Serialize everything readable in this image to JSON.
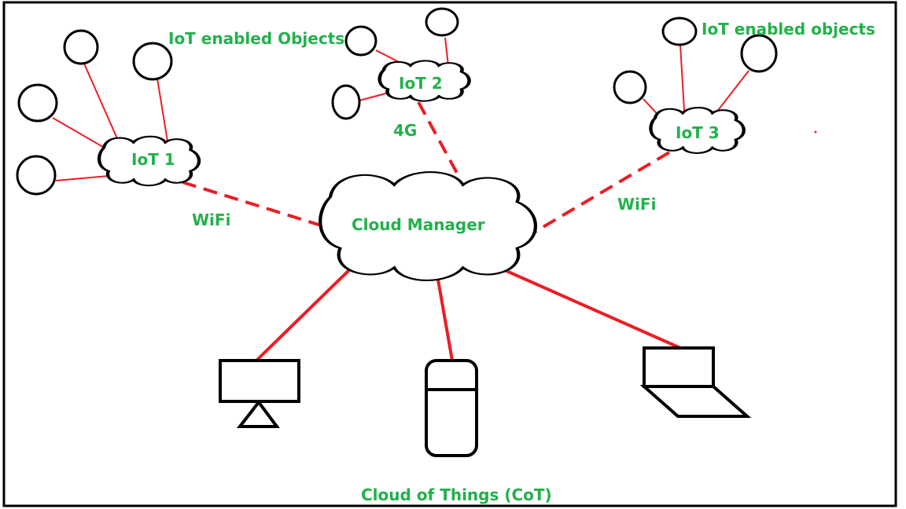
{
  "colors": {
    "link": "#ed1c24",
    "label": "#22b14c",
    "outline": "#000000"
  },
  "clouds": {
    "manager": "Cloud Manager",
    "iot1": "IoT 1",
    "iot2": "IoT 2",
    "iot3": "IoT 3"
  },
  "annotations": {
    "left_objects": "IoT enabled Objects",
    "right_objects": "IoT enabled objects",
    "link_iot1": "WiFi",
    "link_iot2": "4G",
    "link_iot3": "WiFi",
    "footer": "Cloud of Things (CoT)"
  },
  "devices": [
    "monitor-icon",
    "phone-icon",
    "laptop-icon"
  ]
}
